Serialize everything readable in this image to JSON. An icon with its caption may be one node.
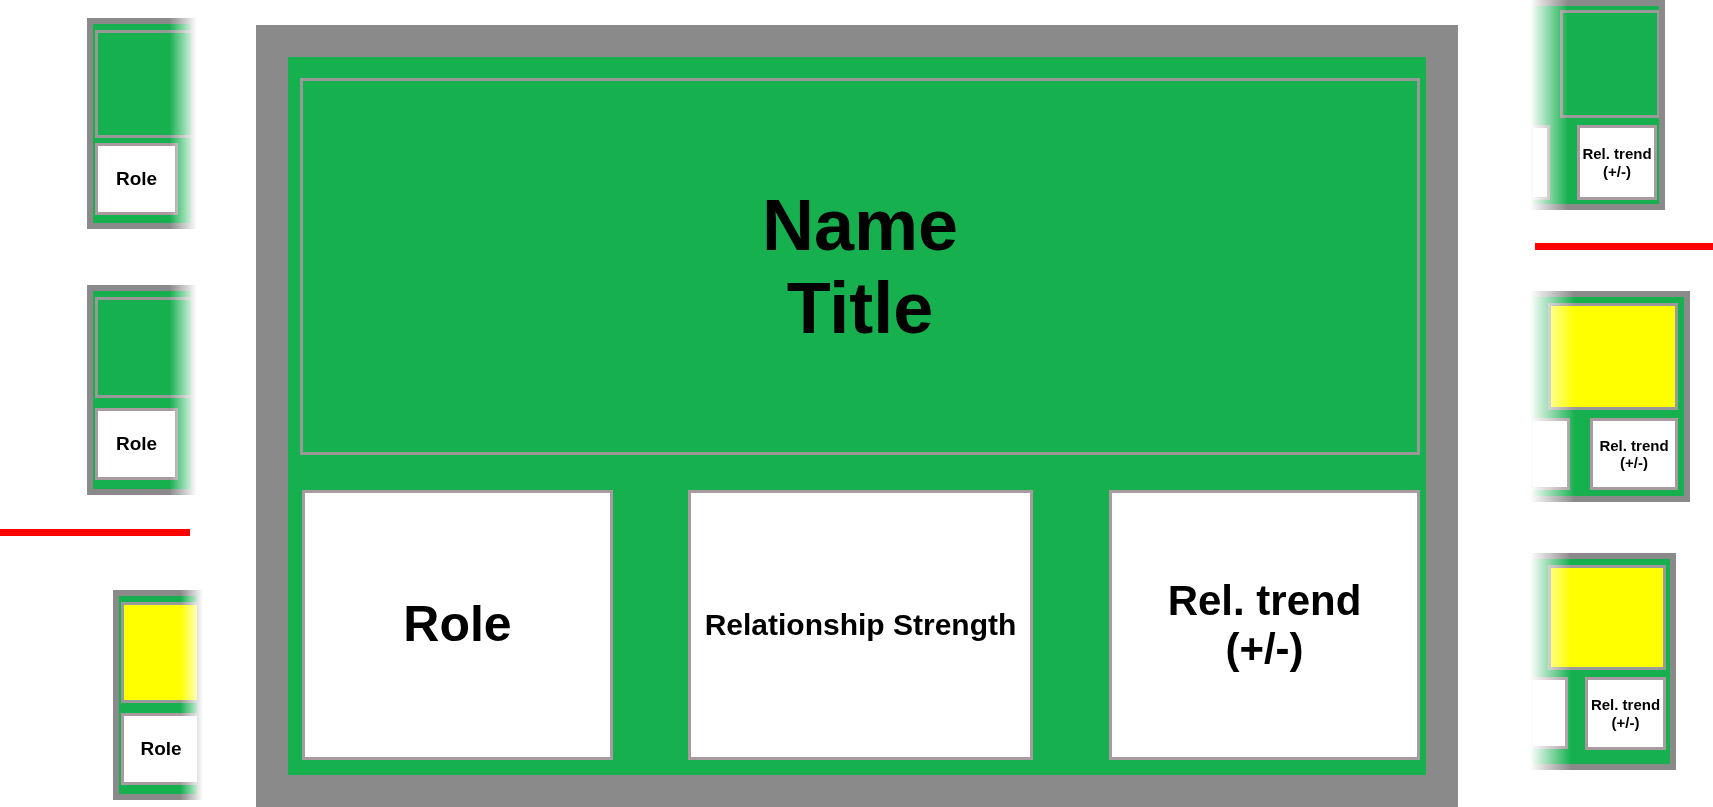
{
  "diagram": {
    "nodes": [
      {
        "text": [],
        "shape": "box"
      },
      {
        "text": [],
        "shape": "box",
        "in": 0
      },
      {
        "text": [
          "Role"
        ],
        "in": 0
      },
      {
        "text": [],
        "shape": "box"
      },
      {
        "text": [],
        "shape": "box",
        "in": 3
      },
      {
        "text": [
          "Role"
        ],
        "in": 3
      },
      {
        "text": [],
        "shape": "box"
      },
      {
        "text": [],
        "shape": "box",
        "in": 6
      },
      {
        "text": [
          "Role"
        ],
        "in": 6
      },
      {
        "text": [],
        "shape": "box"
      },
      {
        "text": [
          "Name",
          "Title"
        ],
        "in": 9
      },
      {
        "text": [
          "Role"
        ],
        "in": 9
      },
      {
        "text": [
          "Relationship Strength"
        ],
        "in": 9
      },
      {
        "text": [
          "Rel. trend (+/-)"
        ],
        "in": 9
      },
      {
        "text": [],
        "shape": "box"
      },
      {
        "text": [],
        "shape": "box",
        "in": 14
      },
      {
        "text": [],
        "shape": "box",
        "in": 14
      },
      {
        "text": [
          "Rel. trend (+/-)"
        ],
        "in": 14
      },
      {
        "text": [],
        "shape": "box"
      },
      {
        "text": [],
        "shape": "box",
        "in": 18
      },
      {
        "text": [],
        "shape": "box",
        "in": 18
      },
      {
        "text": [
          "Rel. trend (+/-)"
        ],
        "in": 18
      },
      {
        "text": [],
        "shape": "box"
      },
      {
        "text": [],
        "shape": "box",
        "in": 22
      },
      {
        "text": [],
        "shape": "box",
        "in": 22
      },
      {
        "text": [
          "Rel. trend (+/-)"
        ],
        "in": 22
      }
    ]
  }
}
